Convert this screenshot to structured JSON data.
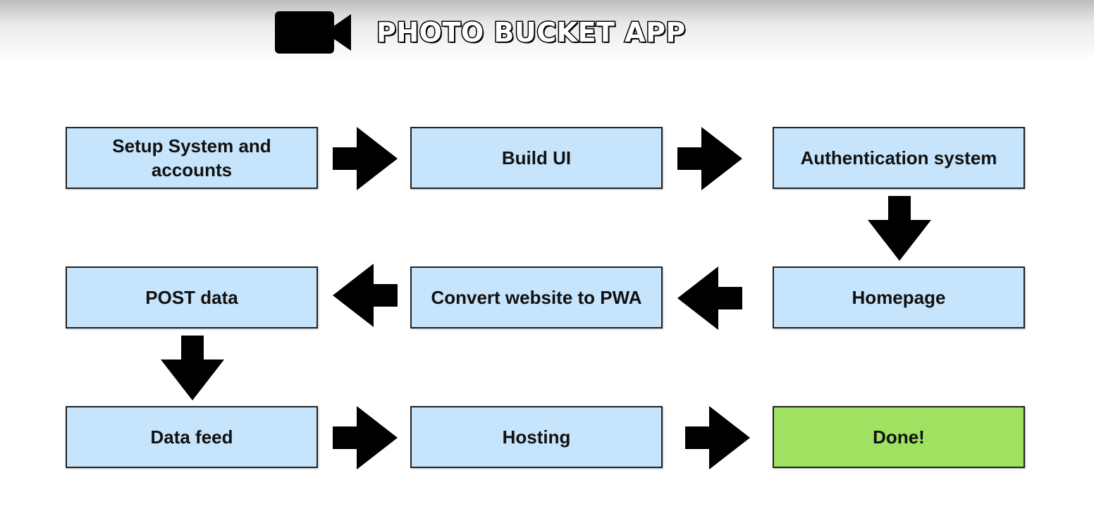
{
  "header": {
    "title": "PHOTO BUCKET APP",
    "icon": "video-camera-icon"
  },
  "colors": {
    "step_fill": "#c6e4fb",
    "done_fill": "#9fe161",
    "arrow": "#000000",
    "border": "#222222"
  },
  "steps": [
    {
      "label": "Setup System and accounts"
    },
    {
      "label": "Build UI"
    },
    {
      "label": "Authentication system"
    },
    {
      "label": "Homepage"
    },
    {
      "label": "Convert website to PWA"
    },
    {
      "label": "POST data"
    },
    {
      "label": "Data feed"
    },
    {
      "label": "Hosting"
    },
    {
      "label": "Done!"
    }
  ],
  "arrows": [
    {
      "from": "Setup System and accounts",
      "to": "Build UI",
      "direction": "right"
    },
    {
      "from": "Build UI",
      "to": "Authentication system",
      "direction": "right"
    },
    {
      "from": "Authentication system",
      "to": "Homepage",
      "direction": "down"
    },
    {
      "from": "Homepage",
      "to": "Convert website to PWA",
      "direction": "left"
    },
    {
      "from": "Convert website to PWA",
      "to": "POST data",
      "direction": "left"
    },
    {
      "from": "POST data",
      "to": "Data feed",
      "direction": "down"
    },
    {
      "from": "Data feed",
      "to": "Hosting",
      "direction": "right"
    },
    {
      "from": "Hosting",
      "to": "Done!",
      "direction": "right"
    }
  ]
}
